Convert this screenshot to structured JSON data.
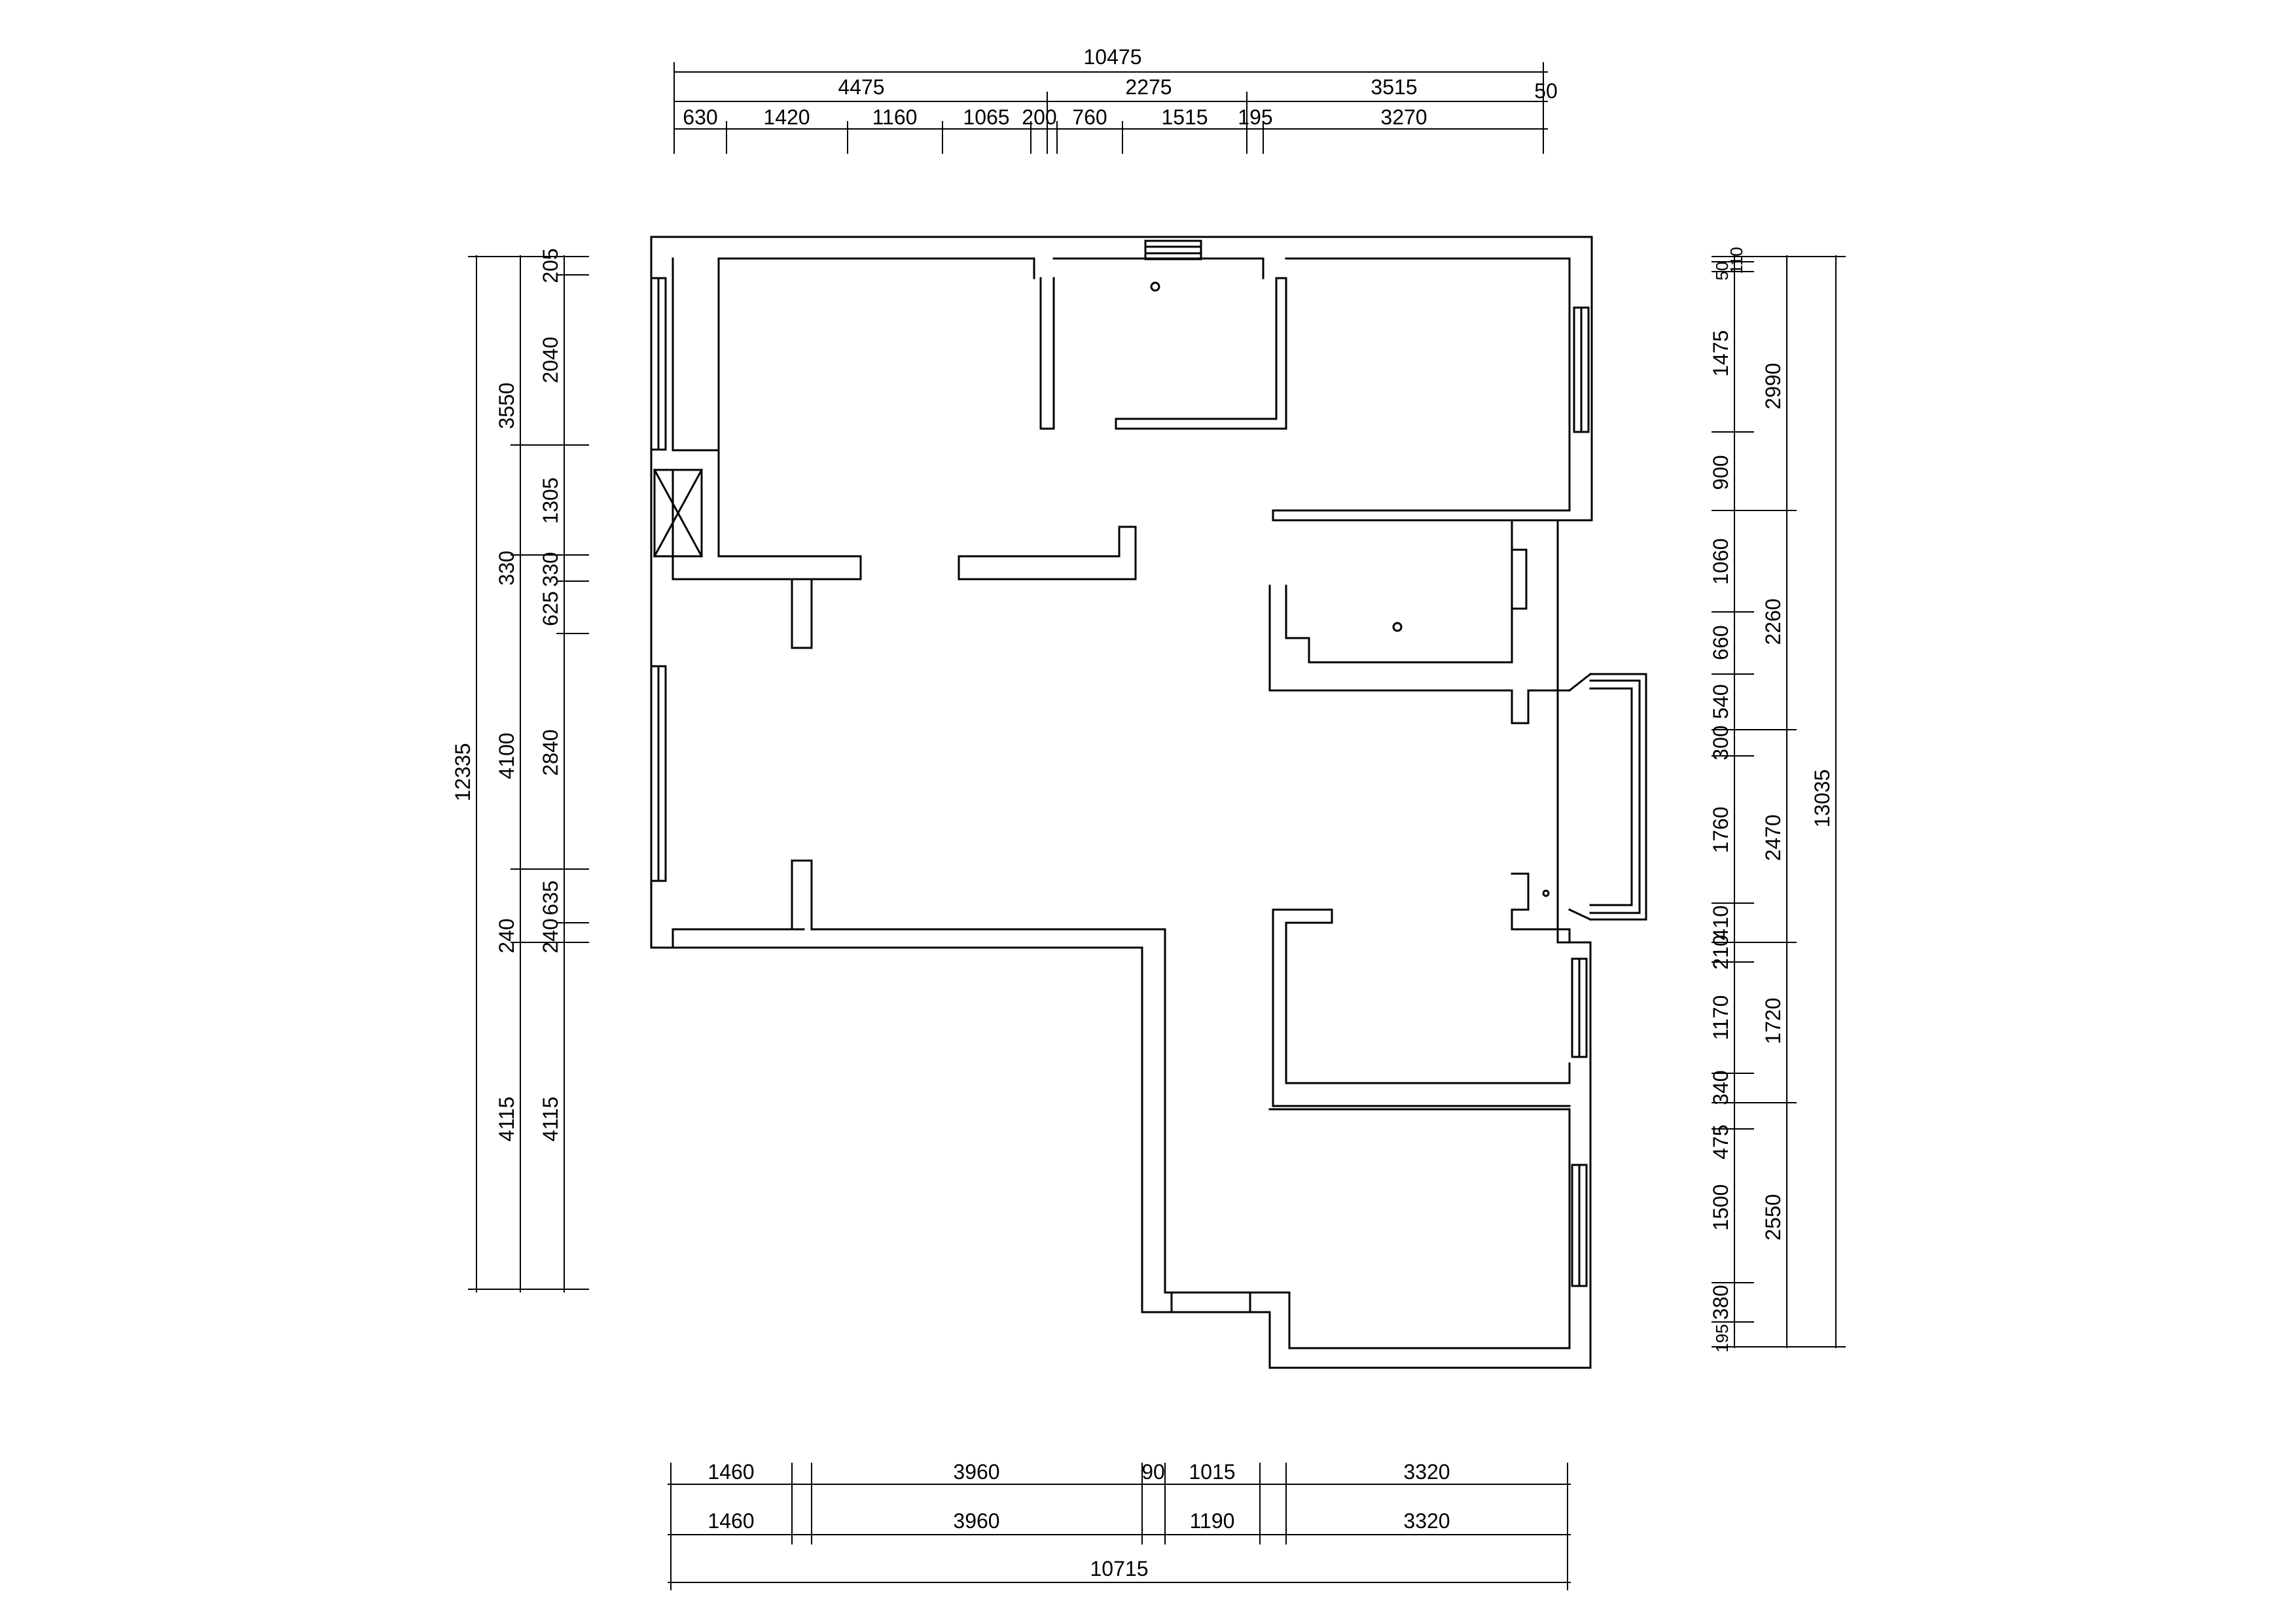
{
  "dimensions": {
    "top": {
      "overall": "10475",
      "middle": [
        "4475",
        "2275",
        "3515",
        "50"
      ],
      "inner": [
        "630",
        "1420",
        "1160",
        "1065",
        "200",
        "760",
        "1515",
        "195",
        "3270"
      ]
    },
    "bottom": {
      "row1": [
        "1460",
        "3960",
        "90",
        "1015",
        "3320"
      ],
      "row2": [
        "1460",
        "3960",
        "1190",
        "3320"
      ],
      "overall": "10715"
    },
    "left": {
      "overall": "12335",
      "middle": [
        "3550",
        "330",
        "4100",
        "240",
        "4115"
      ],
      "inner": [
        "205",
        "2040",
        "1305",
        "330",
        "625",
        "2840",
        "635",
        "240",
        "4115"
      ]
    },
    "right": {
      "overall": "13035",
      "middle": [
        "2990",
        "2260",
        "2470",
        "1720",
        "2550"
      ],
      "inner": [
        "50",
        "110",
        "1475",
        "900",
        "1060",
        "660",
        "540",
        "300",
        "1760",
        "410",
        "210",
        "1170",
        "340",
        "475",
        "1500",
        "380",
        "195"
      ]
    }
  }
}
